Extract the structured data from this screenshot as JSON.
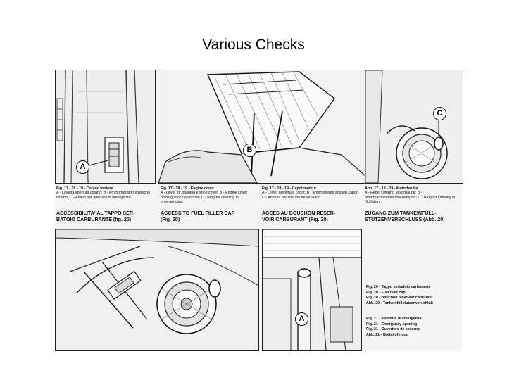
{
  "slide": {
    "title": "Various Checks"
  },
  "manual": {
    "callouts": {
      "a": "A",
      "b": "B",
      "c": "C",
      "a2": "A"
    },
    "captions": [
      {
        "title": "Fig. 17 - 18 - 19 - Cofano motore",
        "body": "A - Levetta apertura cofano; B - Ammortizzatori sostegno cofano; C - Anello per apertura di emergenza."
      },
      {
        "title": "Fig. 17 - 18 - 19 - Engine cover",
        "body": "A - Lever for opening engine cover; B - Engine cover holding shock absorber; C - Ring for opening in emergencies."
      },
      {
        "title": "Fig. 17 - 18 - 19 - Capot moteur",
        "body": "A - Levier ouverture capot; B - Amortisseurs soutien capot; C - Anneau d'ouverture de secours."
      },
      {
        "title": "Abb. 17 - 18 - 19 - Motorhaube",
        "body": "A - Hebel Öffnung Motorhaube; B - Motorhaubenhaltestoßdämpfer; C - Ring für Öffnung in Notfällen."
      }
    ],
    "sections": [
      {
        "line1": "ACCESSIBILITA' AL TAPPO SER-",
        "line2": "BATOIO CARBURANTE (fig. 20)"
      },
      {
        "line1": "ACCESS TO FUEL FILLER CAP",
        "line2": "(Fig. 20)"
      },
      {
        "line1": "ACCES AU BOUCHON RESER-",
        "line2": "VOIR CARBURANT (Fig. 20)"
      },
      {
        "line1": "ZUGANG ZUM TANKEINFÜLL-",
        "line2": "STUTZENVERSCHLUSS (Abb. 20)"
      }
    ],
    "figure_list": [
      "Fig. 20  - Tappo serbatoio carburante",
      "Fig. 20  - Fuel filler cap",
      "Fig. 20  - Bouchon réservoir carburant",
      "Abb. 20  - Tankeinfüllstutzenverschluß",
      "Fig. 21  - Apertura di emergenza",
      "Fig. 21  - Emergency opening",
      "Fig. 21  - Ouverture de secours",
      "Abb. 21  - Notfallöffnung"
    ]
  }
}
